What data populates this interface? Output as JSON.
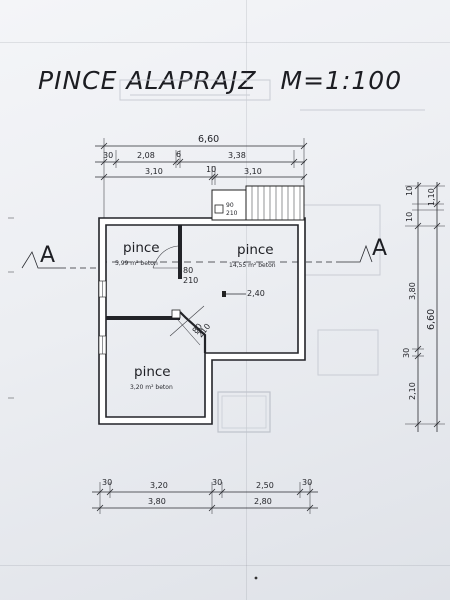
{
  "title": {
    "name": "PINCE  ALAPRAJZ",
    "scale": "M=1:100"
  },
  "section_marker": "A",
  "rooms": [
    {
      "name": "pince",
      "area": "5,99 m² beton"
    },
    {
      "name": "pince",
      "area": "14,55 m² beton"
    },
    {
      "name": "pince",
      "area": "3,20 m² beton"
    }
  ],
  "interior_labels": {
    "door_a": {
      "width": "80",
      "height": "210"
    },
    "door_b": {
      "width": "80",
      "height": "210"
    },
    "stair_door": {
      "width": "90",
      "height": "210"
    },
    "window": "2,40"
  },
  "dims_top": {
    "overall": "6,60",
    "row1": [
      "30",
      "2,08",
      "6",
      "3,38"
    ],
    "row2": [
      "3,10",
      "10",
      "3,10"
    ]
  },
  "dims_bottom": {
    "row1": [
      "30",
      "3,20",
      "30",
      "2,50",
      "30"
    ],
    "row2": [
      "3,80",
      "2,80"
    ]
  },
  "dims_right": {
    "outer": [
      "10",
      "1,10",
      "10"
    ],
    "inner": [
      "3,80",
      "30",
      "2,10"
    ],
    "overall": "6,60"
  }
}
